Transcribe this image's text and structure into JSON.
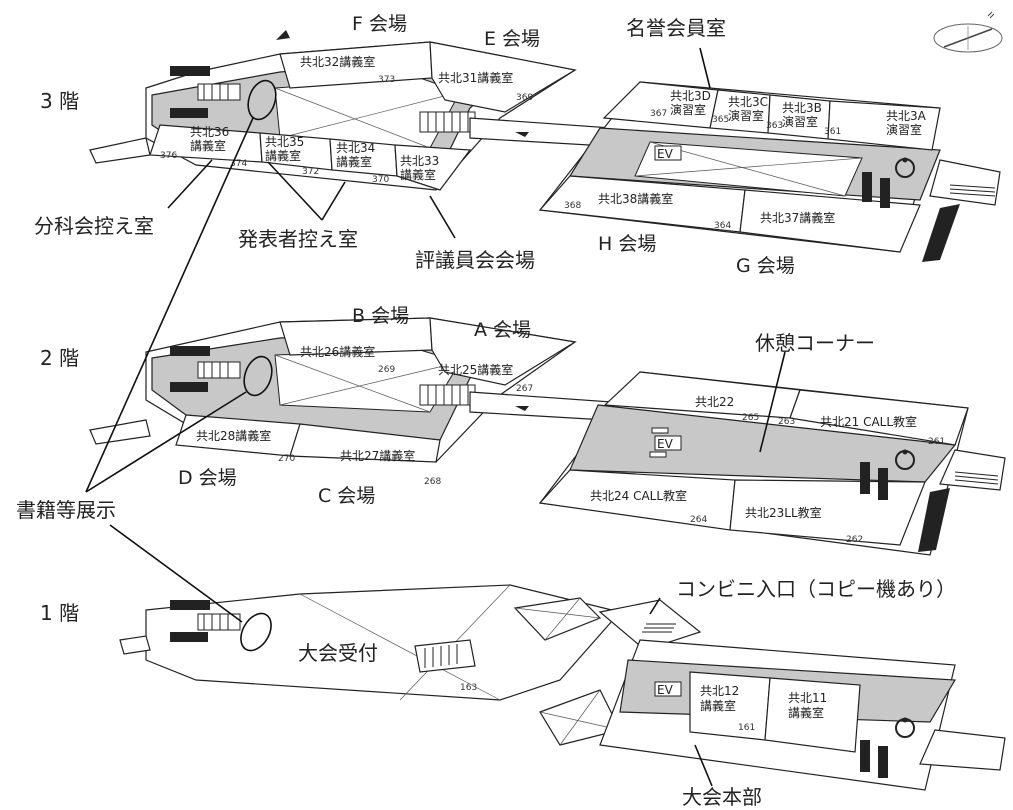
{
  "floors": {
    "f3": {
      "label": "3 階",
      "venues": {
        "F": "F 会場",
        "E": "E 会場",
        "H": "H 会場",
        "G": "G 会場"
      },
      "rooms": {
        "r32": "共北32講義室",
        "r31": "共北31講義室",
        "r36a": "共北36",
        "r36b": "講義室",
        "r35a": "共北35",
        "r35b": "講義室",
        "r34a": "共北34",
        "r34b": "講義室",
        "r33a": "共北33",
        "r33b": "講義室",
        "r3Da": "共北3D",
        "r3Db": "演習室",
        "r3Ca": "共北3C",
        "r3Cb": "演習室",
        "r3Ba": "共北3B",
        "r3Bb": "演習室",
        "r3Aa": "共北3A",
        "r3Ab": "演習室",
        "r38": "共北38講義室",
        "r37": "共北37講義室",
        "ev": "EV"
      },
      "numbers": {
        "n373": "373",
        "n369": "369",
        "n376": "376",
        "n374": "374",
        "n372": "372",
        "n370": "370",
        "n367": "367",
        "n365": "365",
        "n363": "363",
        "n361": "361",
        "n368": "368",
        "n364": "364"
      }
    },
    "f2": {
      "label": "2 階",
      "venues": {
        "B": "B 会場",
        "A": "A 会場",
        "D": "D 会場",
        "C": "C 会場"
      },
      "rooms": {
        "r26": "共北26講義室",
        "r25": "共北25講義室",
        "r28": "共北28講義室",
        "r27": "共北27講義室",
        "r22": "共北22",
        "r21": "共北21 CALL教室",
        "r24": "共北24 CALL教室",
        "r23": "共北23LL教室",
        "ev": "EV"
      },
      "numbers": {
        "n269": "269",
        "n267": "267",
        "n270": "270",
        "n268": "268",
        "n265": "265",
        "n263": "263",
        "n261": "261",
        "n264": "264",
        "n262": "262"
      }
    },
    "f1": {
      "label": "1 階",
      "rooms": {
        "r12a": "共北12",
        "r12b": "講義室",
        "r11a": "共北11",
        "r11b": "講義室",
        "ev": "EV"
      },
      "numbers": {
        "n163": "163",
        "n161": "161"
      }
    }
  },
  "callouts": {
    "honorary": "名誉会員室",
    "subcommittee": "分科会控え室",
    "presenter": "発表者控え室",
    "council": "評議員会会場",
    "rest": "休憩コーナー",
    "books": "書籍等展示",
    "conbini": "コンビニ入口（コピー機あり）",
    "reception": "大会受付",
    "hq": "大会本部"
  },
  "icons": [
    "compass-icon",
    "restroom-icon",
    "wheelchair-icon",
    "stairs-icon",
    "elevator-icon"
  ],
  "colors": {
    "corridor": "#c8c8c8",
    "wall": "#222222"
  }
}
